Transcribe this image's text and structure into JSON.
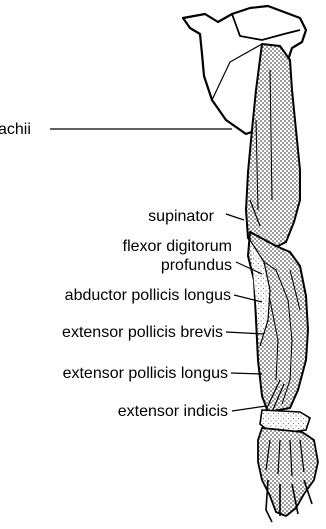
{
  "figure": {
    "labels": {
      "triceps_brachii": "achii",
      "supinator": "supinator",
      "flexor_digitorum_line1": "flexor digitorum",
      "flexor_digitorum_line2": "profundus",
      "abductor_pollicis_longus": "abductor pollicis longus",
      "extensor_pollicis_brevis": "extensor pollicis brevis",
      "extensor_pollicis_longus": "extensor pollicis longus",
      "extensor_indicis": "extensor indicis"
    },
    "colors": {
      "ink": "#000000",
      "paper": "#ffffff",
      "stipple": "#8c8c8c"
    }
  }
}
